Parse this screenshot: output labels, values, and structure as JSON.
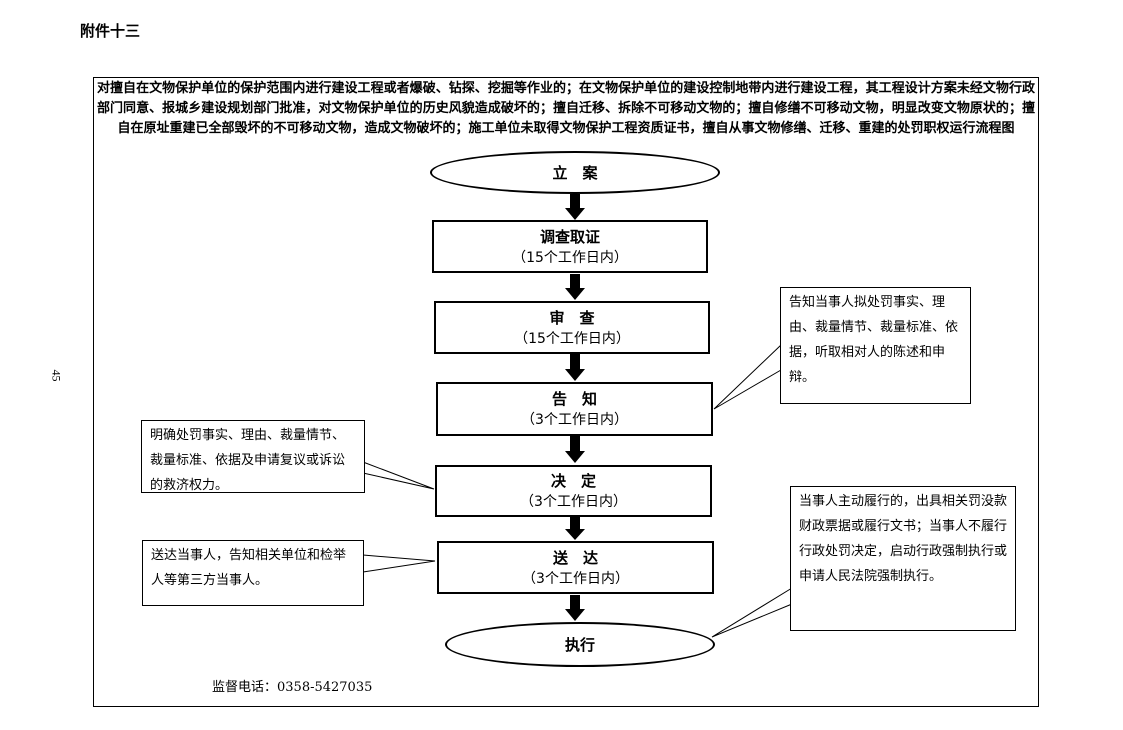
{
  "header": {
    "attachment": "附件十三",
    "page_number": "45"
  },
  "title": "对擅自在文物保护单位的保护范围内进行建设工程或者爆破、钻探、挖掘等作业的；在文物保护单位的建设控制地带内进行建设工程，其工程设计方案未经文物行政部门同意、报城乡建设规划部门批准，对文物保护单位的历史风貌造成破坏的；擅自迁移、拆除不可移动文物的；擅自修缮不可移动文物，明显改变文物原状的；擅自在原址重建已全部毁坏的不可移动文物，造成文物破坏的；施工单位未取得文物保护工程资质证书，擅自从事文物修缮、迁移、重建的处罚职权运行流程图",
  "flow": {
    "start": "立　案",
    "investigate": {
      "title": "调查取证",
      "deadline": "（15个工作日内）"
    },
    "review": {
      "title": "审　查",
      "deadline": "（15个工作日内）"
    },
    "notify": {
      "title": "告　知",
      "deadline": "（3个工作日内）"
    },
    "decide": {
      "title": "决　定",
      "deadline": "（3个工作日内）"
    },
    "deliver": {
      "title": "送　达",
      "deadline": "（3个工作日内）"
    },
    "end": "执行"
  },
  "notes": {
    "notify": "告知当事人拟处罚事实、理由、裁量情节、裁量标准、依据，听取相对人的陈述和申辩。",
    "decide": "明确处罚事实、理由、裁量情节、裁量标准、依据及申请复议或诉讼的救济权力。",
    "deliver": "送达当事人，告知相关单位和检举人等第三方当事人。",
    "execute": "当事人主动履行的，出具相关罚没款财政票据或履行文书；当事人不履行行政处罚决定，启动行政强制执行或申请人民法院强制执行。"
  },
  "footer": {
    "supervision_phone": "监督电话：0358-5427035"
  }
}
